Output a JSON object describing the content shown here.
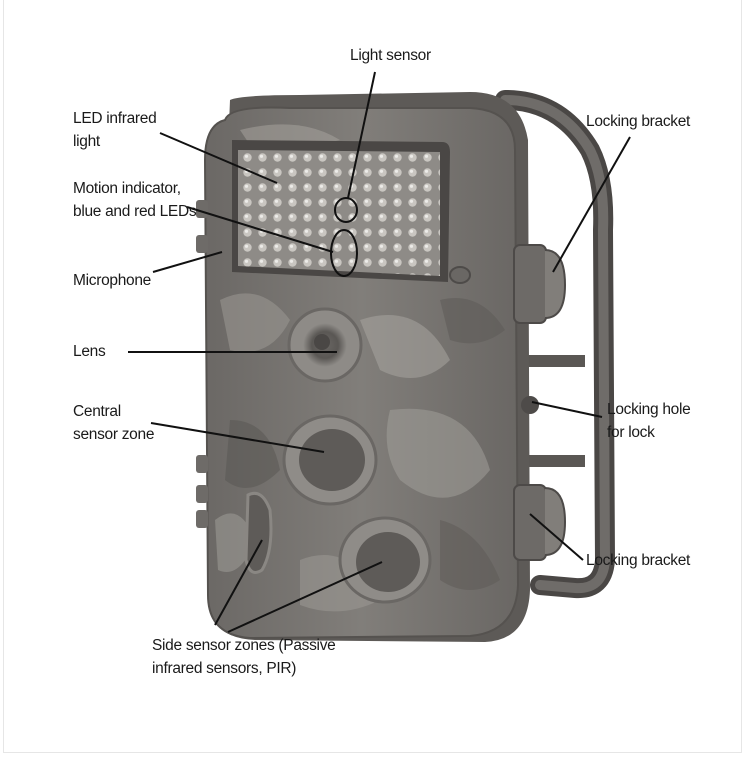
{
  "labels": {
    "light_sensor": "Light sensor",
    "led_infrared": [
      "LED infrared",
      "light"
    ],
    "motion_indicator": [
      "Motion indicator,",
      "blue and red LEDs"
    ],
    "microphone": "Microphone",
    "lens": "Lens",
    "central_sensor": [
      "Central",
      "sensor zone"
    ],
    "side_sensors": [
      "Side sensor zones (Passive",
      "infrared sensors, PIR)"
    ],
    "locking_bracket_top": "Locking bracket",
    "locking_hole": [
      "Locking hole",
      "for lock"
    ],
    "locking_bracket_bottom": "Locking bracket"
  },
  "colors": {
    "camo_base": "#7d7a76",
    "camo_dark": "#5f5c59",
    "camo_light": "#a19e99",
    "leader_line": "#111111",
    "text": "#1a1a1a"
  }
}
